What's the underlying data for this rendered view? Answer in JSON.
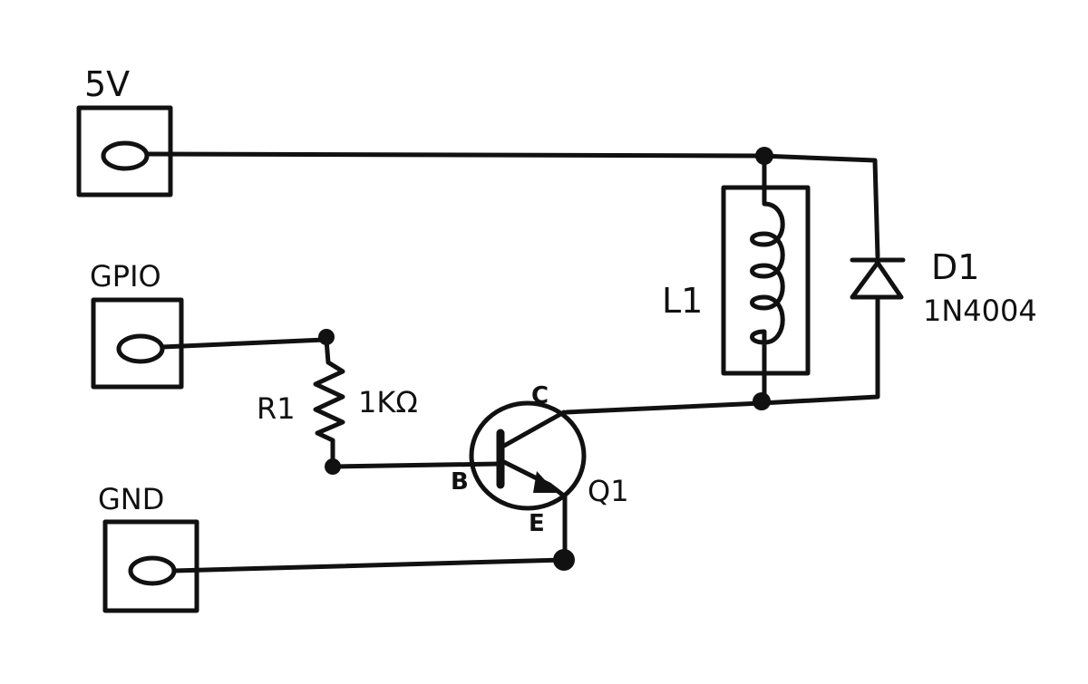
{
  "terminals": {
    "vcc": "5V",
    "gpio": "GPIO",
    "gnd": "GND"
  },
  "resistor": {
    "ref": "R1",
    "value": "1KΩ"
  },
  "transistor": {
    "ref": "Q1",
    "collector": "C",
    "base": "B",
    "emitter": "E"
  },
  "inductor": {
    "ref": "L1"
  },
  "diode": {
    "ref": "D1",
    "part": "1N4004"
  },
  "colors": {
    "ink": "#111111",
    "background": "#ffffff"
  }
}
